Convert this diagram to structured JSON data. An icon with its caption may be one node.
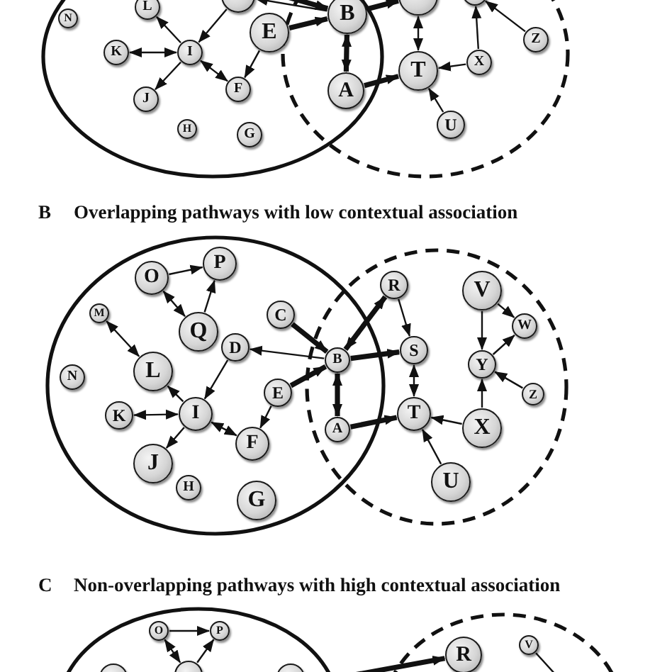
{
  "diagram": {
    "nodes": [
      {
        "text": [],
        "shape": "circle"
      },
      {
        "text": [],
        "shape": "circle"
      },
      {
        "text": [
          "N"
        ],
        "in": 0
      },
      {
        "text": [
          "L"
        ],
        "in": 0
      },
      {
        "text": [],
        "shape": "circle",
        "in": 0
      },
      {
        "text": [
          "E"
        ],
        "in": 0
      },
      {
        "text": [
          "B"
        ]
      },
      {
        "text": [],
        "shape": "circle",
        "in": 1
      },
      {
        "text": [],
        "shape": "circle",
        "in": 1
      },
      {
        "text": [
          "K"
        ],
        "in": 0
      },
      {
        "text": [
          "I"
        ],
        "in": 0
      },
      {
        "text": [
          "Z"
        ],
        "in": 1
      },
      {
        "text": [
          "T"
        ],
        "in": 1
      },
      {
        "text": [
          "X"
        ],
        "in": 1
      },
      {
        "text": [
          "A"
        ]
      },
      {
        "text": [
          "J"
        ],
        "in": 0
      },
      {
        "text": [
          "F"
        ],
        "in": 0
      },
      {
        "text": [
          "U"
        ],
        "in": 1
      },
      {
        "text": [
          "H"
        ],
        "in": 0
      },
      {
        "text": [
          "G"
        ],
        "in": 0
      },
      {
        "text": [],
        "shape": "circle"
      },
      {
        "text": [],
        "shape": "circle"
      },
      {
        "text": [
          "O"
        ],
        "in": 20
      },
      {
        "text": [
          "P"
        ],
        "in": 20
      },
      {
        "text": [
          "M"
        ],
        "in": 20
      },
      {
        "text": [
          "R"
        ],
        "in": 21
      },
      {
        "text": [
          "V"
        ],
        "in": 21
      },
      {
        "text": [
          "Q"
        ],
        "in": 20
      },
      {
        "text": [
          "C"
        ],
        "in": 20
      },
      {
        "text": [
          "D"
        ],
        "in": 20
      },
      {
        "text": [
          "W"
        ],
        "in": 21
      },
      {
        "text": [
          "B"
        ]
      },
      {
        "text": [
          "S"
        ],
        "in": 21
      },
      {
        "text": [
          "Y"
        ],
        "in": 21
      },
      {
        "text": [
          "N"
        ],
        "in": 20
      },
      {
        "text": [
          "L"
        ],
        "in": 20
      },
      {
        "text": [
          "E"
        ],
        "in": 20
      },
      {
        "text": [
          "Z"
        ],
        "in": 21
      },
      {
        "text": [
          "K"
        ],
        "in": 20
      },
      {
        "text": [
          "I"
        ],
        "in": 20
      },
      {
        "text": [
          "A"
        ]
      },
      {
        "text": [
          "T"
        ],
        "in": 21
      },
      {
        "text": [
          "X"
        ],
        "in": 21
      },
      {
        "text": [
          "F"
        ],
        "in": 20
      },
      {
        "text": [
          "J"
        ],
        "in": 20
      },
      {
        "text": [
          "U"
        ],
        "in": 21
      },
      {
        "text": [
          "H"
        ],
        "in": 20
      },
      {
        "text": [
          "G"
        ],
        "in": 20
      },
      {
        "text": [],
        "shape": "circle"
      },
      {
        "text": [],
        "shape": "circle"
      },
      {
        "text": [
          "O"
        ],
        "in": 48
      },
      {
        "text": [
          "P"
        ],
        "in": 48
      },
      {
        "text": [
          "R"
        ],
        "in": 49
      },
      {
        "text": [
          "V"
        ],
        "in": 49
      },
      {
        "text": [],
        "shape": "circle",
        "in": 48
      },
      {
        "text": [],
        "shape": "circle",
        "in": 48
      },
      {
        "text": [],
        "shape": "circle",
        "in": 48
      }
    ],
    "edges": [
      {
        "from": 4,
        "to": 10,
        "arrow": "to"
      },
      {
        "from": 10,
        "to": 3,
        "arrow": "to"
      },
      {
        "from": 10,
        "to": 9,
        "arrow": "both"
      },
      {
        "from": 10,
        "to": 15,
        "arrow": "to"
      },
      {
        "from": 10,
        "to": 16,
        "arrow": "both"
      },
      {
        "from": 5,
        "to": 16,
        "arrow": "to"
      },
      {
        "from": 5,
        "to": 6,
        "arrow": "to",
        "style": "thick"
      },
      {
        "from": 6,
        "to": 14,
        "arrow": "both",
        "style": "thick"
      },
      {
        "from": 14,
        "to": 12,
        "arrow": "to",
        "style": "thick"
      },
      {
        "from": 6,
        "to": 7,
        "arrow": "to",
        "style": "thick"
      },
      {
        "from": 12,
        "to": 7,
        "arrow": "both"
      },
      {
        "from": 13,
        "to": 12,
        "arrow": "to"
      },
      {
        "from": 17,
        "to": 12,
        "arrow": "to"
      },
      {
        "from": 13,
        "to": 8,
        "arrow": "to"
      },
      {
        "from": 11,
        "to": 8,
        "arrow": "to"
      },
      {
        "from": null,
        "to": 6,
        "arrow": "to",
        "style": "thick"
      },
      {
        "from": 6,
        "to": 4,
        "arrow": "to"
      },
      {
        "from": 22,
        "to": 23,
        "arrow": "to"
      },
      {
        "from": 22,
        "to": 27,
        "arrow": "both"
      },
      {
        "from": 27,
        "to": 23,
        "arrow": "to"
      },
      {
        "from": 24,
        "to": 35,
        "arrow": "both"
      },
      {
        "from": 39,
        "to": 35,
        "arrow": "to"
      },
      {
        "from": 38,
        "to": 39,
        "arrow": "both"
      },
      {
        "from": 39,
        "to": 44,
        "arrow": "to"
      },
      {
        "from": 39,
        "to": 43,
        "arrow": "both"
      },
      {
        "from": 29,
        "to": 39,
        "arrow": "to"
      },
      {
        "from": 31,
        "to": 29,
        "arrow": "to"
      },
      {
        "from": 28,
        "to": 31,
        "arrow": "to",
        "style": "thick"
      },
      {
        "from": 31,
        "to": 25,
        "arrow": "both",
        "style": "thick"
      },
      {
        "from": 25,
        "to": 32,
        "arrow": "to"
      },
      {
        "from": 31,
        "to": 32,
        "arrow": "to",
        "style": "thick"
      },
      {
        "from": 36,
        "to": 31,
        "arrow": "to",
        "style": "thick"
      },
      {
        "from": 36,
        "to": 43,
        "arrow": "to"
      },
      {
        "from": 31,
        "to": 40,
        "arrow": "both",
        "style": "thick"
      },
      {
        "from": 40,
        "to": 41,
        "arrow": "to",
        "style": "thick"
      },
      {
        "from": 32,
        "to": 41,
        "arrow": "both"
      },
      {
        "from": 42,
        "to": 41,
        "arrow": "to"
      },
      {
        "from": 45,
        "to": 41,
        "arrow": "to"
      },
      {
        "from": 26,
        "to": 33,
        "arrow": "to"
      },
      {
        "from": 26,
        "to": 30,
        "arrow": "to"
      },
      {
        "from": 33,
        "to": 30,
        "arrow": "to"
      },
      {
        "from": 37,
        "to": 33,
        "arrow": "to"
      },
      {
        "from": 42,
        "to": 33,
        "arrow": "to"
      },
      {
        "from": 50,
        "to": 51,
        "arrow": "to"
      },
      {
        "from": 50,
        "to": 55,
        "arrow": "both"
      },
      {
        "from": 55,
        "to": 51,
        "arrow": "to"
      },
      {
        "from": null,
        "to": 52,
        "arrow": "to",
        "style": "thick"
      },
      {
        "from": 53,
        "to": null,
        "arrow": "none"
      }
    ],
    "labels": [
      "B",
      "Overlapping pathways with low contextual association",
      "C",
      "Non-overlapping pathways with high contextual association"
    ]
  }
}
